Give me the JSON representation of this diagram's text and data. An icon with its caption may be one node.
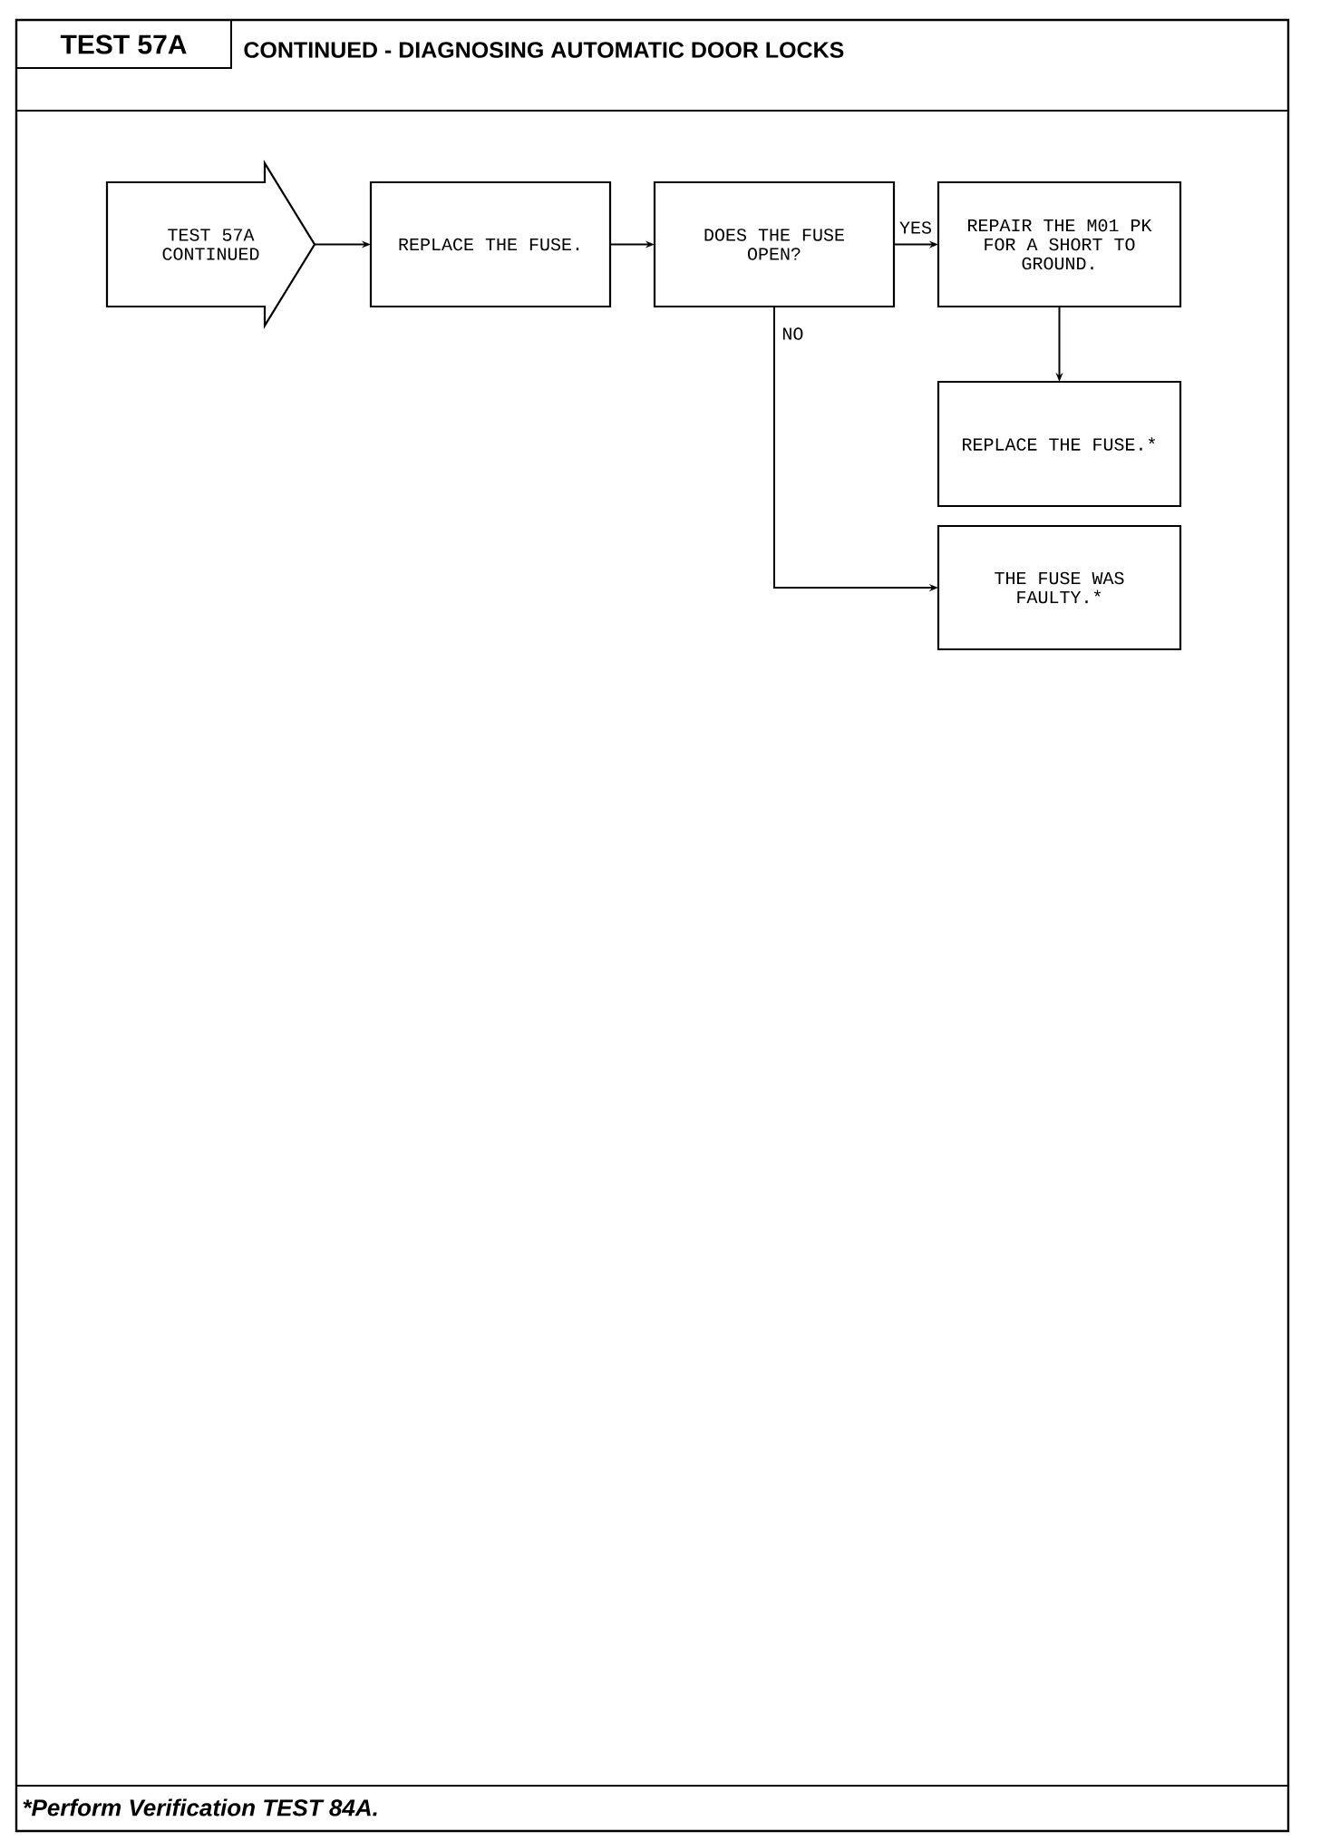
{
  "diagram": {
    "title": "CONTINUED - DIAGNOSING AUTOMATIC DOOR LOCKS",
    "nodes": [
      {
        "text": [
          "TEST 57A CONTINUED"
        ]
      },
      {
        "text": [
          "REPLACE THE FUSE."
        ]
      },
      {
        "text": [
          "DOES THE FUSE OPEN?"
        ]
      },
      {
        "text": [
          "REPAIR THE M01 PK FOR A SHORT TO GROUND."
        ]
      },
      {
        "text": [
          "REPLACE THE FUSE.*"
        ]
      },
      {
        "text": [
          "THE FUSE WAS FAULTY.*"
        ]
      }
    ],
    "edges": [
      {
        "from": 0,
        "to": 1,
        "arrow": "to"
      },
      {
        "from": 1,
        "to": 2,
        "arrow": "to"
      },
      {
        "from": 2,
        "to": 3,
        "arrow": "to",
        "label": "YES"
      },
      {
        "from": 3,
        "to": 4,
        "arrow": "to"
      },
      {
        "from": 2,
        "to": 5,
        "arrow": "to",
        "label": "NO"
      }
    ],
    "labels": [
      "TEST 57A",
      "*Perform Verification TEST 84A."
    ]
  }
}
